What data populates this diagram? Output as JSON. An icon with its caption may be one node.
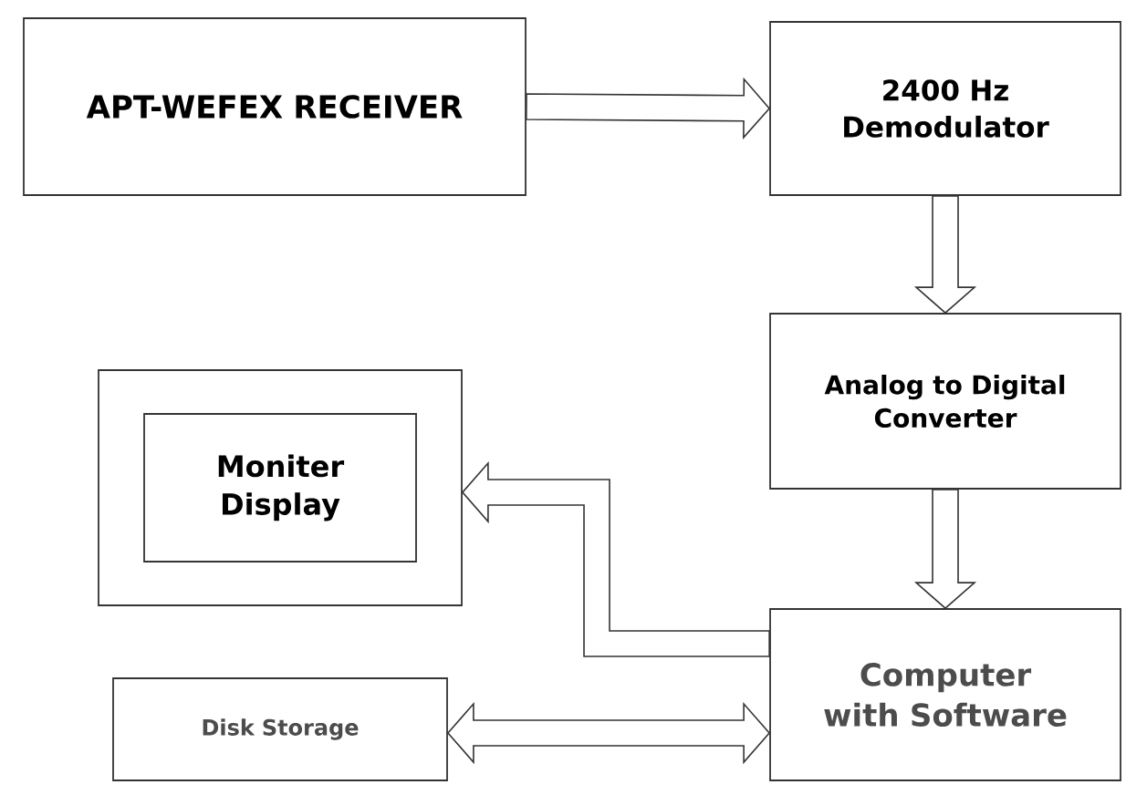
{
  "diagram": {
    "nodes": [
      {
        "text": [
          "APT-WEFEX RECEIVER"
        ]
      },
      {
        "text": [
          "2400 Hz Demodulator"
        ]
      },
      {
        "text": [
          "Analog to Digital Converter"
        ]
      },
      {
        "text": [],
        "shape": "box"
      },
      {
        "text": [
          "Moniter Display"
        ],
        "in": 3
      },
      {
        "text": [
          "Computer with Software"
        ]
      },
      {
        "text": [
          "Disk Storage"
        ]
      }
    ],
    "edges": [
      {
        "from": 0,
        "to": 1,
        "arrow": "to"
      },
      {
        "from": 1,
        "to": 2,
        "arrow": "to"
      },
      {
        "from": 2,
        "to": 5,
        "arrow": "to"
      },
      {
        "from": 5,
        "to": 3,
        "arrow": "to"
      },
      {
        "from": 6,
        "to": 5,
        "arrow": "both"
      }
    ]
  }
}
